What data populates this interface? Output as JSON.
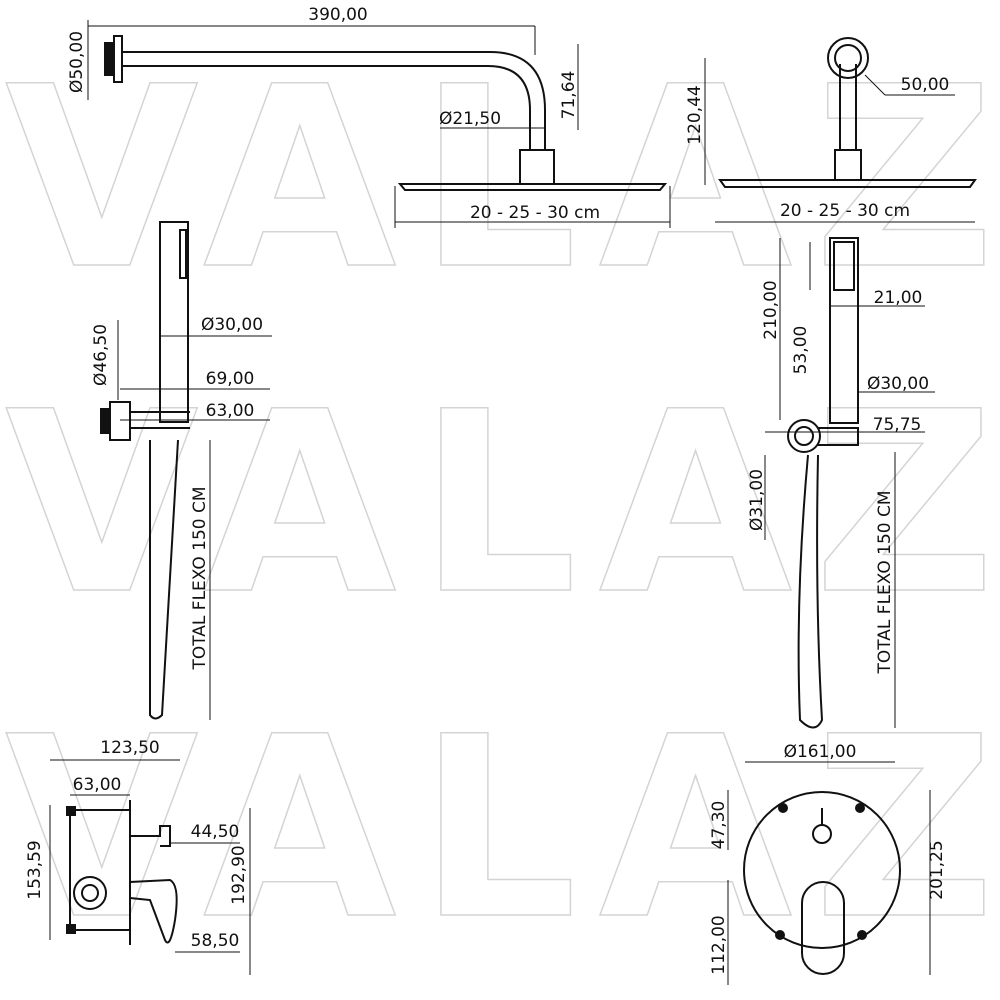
{
  "watermark": "VALAZ",
  "shower_arm_side": {
    "length": "390,00",
    "flange_diameter": "Ø50,00",
    "drop": "71,64",
    "arm_diameter": "Ø21,50",
    "head_size": "20 - 25 - 30 cm"
  },
  "shower_arm_front": {
    "height": "120,44",
    "flange": "50,00",
    "head_size": "20 - 25 - 30 cm"
  },
  "hand_shower_side": {
    "handle_diameter": "Ø30,00",
    "holder_diameter": "Ø46,50",
    "depth_1": "69,00",
    "depth_2": "63,00",
    "hose": "TOTAL FLEXO 150 CM"
  },
  "hand_shower_front": {
    "length": "210,00",
    "head_length": "53,00",
    "head_width": "21,00",
    "handle_diameter": "Ø30,00",
    "holder_width": "75,75",
    "outlet_diameter": "Ø31,00",
    "hose": "TOTAL FLEXO 150 CM"
  },
  "mixer_side": {
    "total_depth": "123,50",
    "body_depth": "63,00",
    "body_height": "153,59",
    "diverter": "44,50",
    "plate_height": "192,90",
    "lever": "58,50"
  },
  "mixer_front": {
    "plate_diameter": "Ø161,00",
    "diverter_offset": "47,30",
    "height": "201,25",
    "lever_offset": "112,00"
  }
}
